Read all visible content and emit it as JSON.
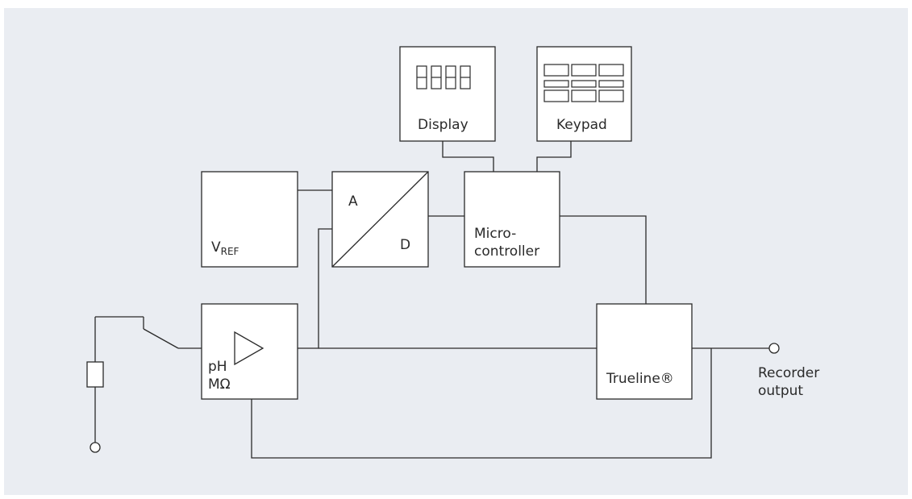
{
  "diagram": {
    "display": {
      "label": "Display",
      "readout": "8888"
    },
    "keypad": {
      "label": "Keypad"
    },
    "vref": {
      "label_main": "V",
      "label_sub": "REF"
    },
    "adc": {
      "input_label": "A",
      "output_label": "D"
    },
    "microcontroller": {
      "line1": "Micro-",
      "line2": "controller"
    },
    "amplifier": {
      "line1": "pH",
      "line2": "MΩ"
    },
    "trueline": {
      "label": "Trueline®"
    },
    "output": {
      "line1": "Recorder",
      "line2": "output"
    }
  }
}
